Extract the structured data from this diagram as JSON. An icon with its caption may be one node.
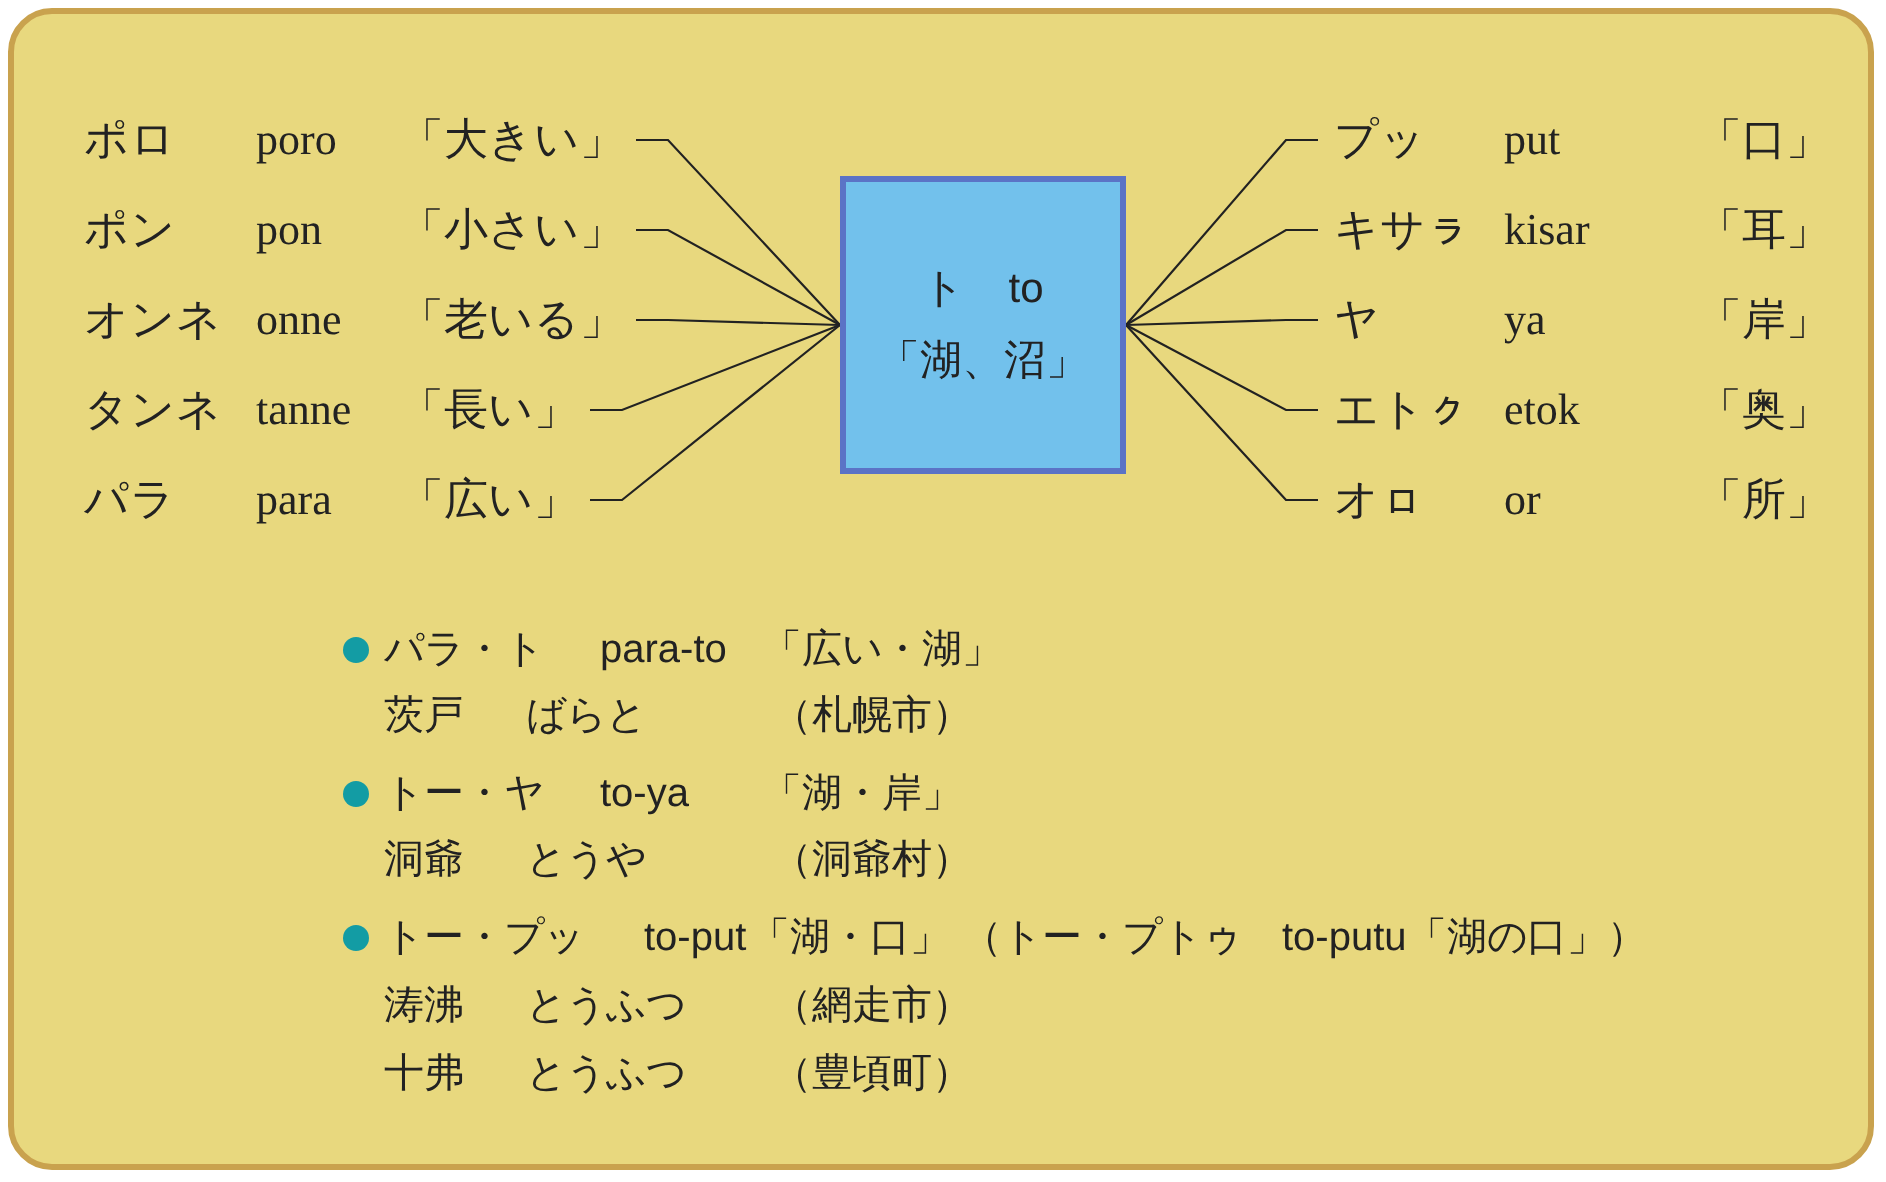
{
  "diagram": {
    "nodes": [
      {
        "text": [
          "ポロ",
          "poro",
          "「大きい」"
        ]
      },
      {
        "text": [
          "ポン",
          "pon",
          "「小さい」"
        ]
      },
      {
        "text": [
          "オンネ",
          "onne",
          "「老いる」"
        ]
      },
      {
        "text": [
          "タンネ",
          "tanne",
          "「長い」"
        ]
      },
      {
        "text": [
          "パラ",
          "para",
          "「広い」"
        ]
      },
      {
        "text": [
          "ト　to",
          "「湖、沼」"
        ]
      },
      {
        "text": [
          "プッ",
          "put",
          "「口」"
        ]
      },
      {
        "text": [
          "キサㇻ",
          "kisar",
          "「耳」"
        ]
      },
      {
        "text": [
          "ヤ",
          "ya",
          "「岸」"
        ]
      },
      {
        "text": [
          "エトㇰ",
          "etok",
          "「奥」"
        ]
      },
      {
        "text": [
          "オㇿ",
          "or",
          "「所」"
        ]
      }
    ],
    "edges": [
      {
        "from": 0,
        "to": 5,
        "arrow": "none"
      },
      {
        "from": 1,
        "to": 5,
        "arrow": "none"
      },
      {
        "from": 2,
        "to": 5,
        "arrow": "none"
      },
      {
        "from": 3,
        "to": 5,
        "arrow": "none"
      },
      {
        "from": 4,
        "to": 5,
        "arrow": "none"
      },
      {
        "from": 5,
        "to": 6,
        "arrow": "none"
      },
      {
        "from": 5,
        "to": 7,
        "arrow": "none"
      },
      {
        "from": 5,
        "to": 8,
        "arrow": "none"
      },
      {
        "from": 5,
        "to": 9,
        "arrow": "none"
      },
      {
        "from": 5,
        "to": 10,
        "arrow": "none"
      }
    ],
    "labels": [
      "パラ・ト",
      "para-to",
      "「広い・湖」",
      "茨戸",
      "ばらと",
      "（札幌市）",
      "トー・ヤ",
      "to-ya",
      "「湖・岸」",
      "洞爺",
      "とうや",
      "（洞爺村）",
      "トー・プッ",
      "to-put",
      "「湖・口」",
      "（トー・プトゥ　to-putu「湖の口」）",
      "涛沸",
      "とうふつ",
      "（網走市）",
      "十弗",
      "とうふつ",
      "（豊頃町）"
    ]
  }
}
